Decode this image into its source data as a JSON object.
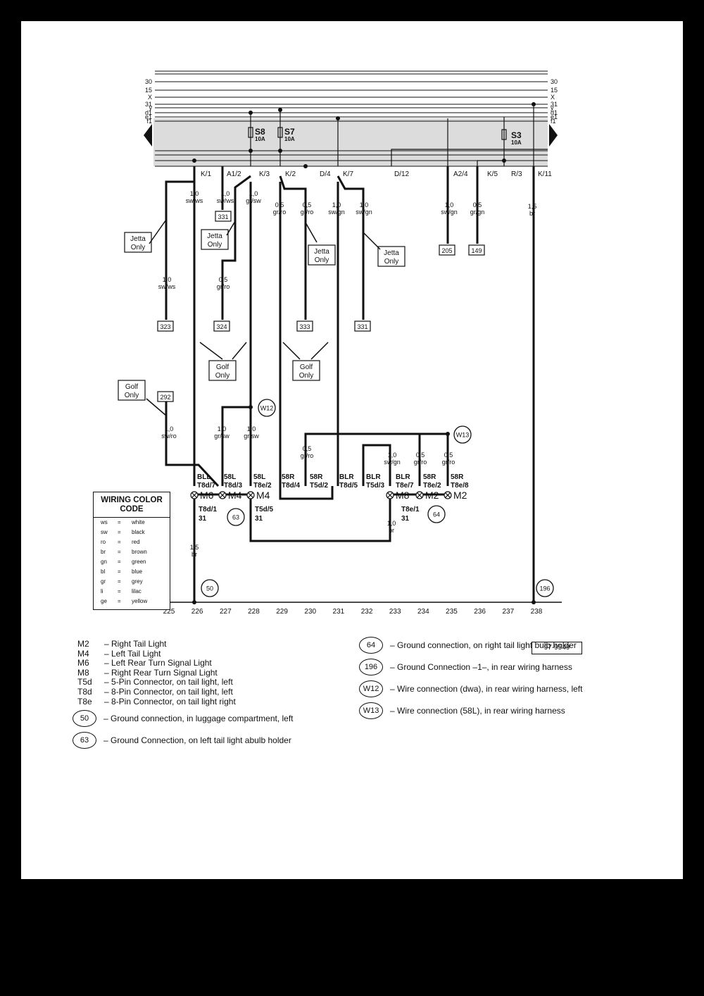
{
  "bus_left": [
    "30",
    "15",
    "X",
    "31",
    "y",
    "d1",
    "e1",
    "f1"
  ],
  "bus_right": [
    "30",
    "15",
    "X",
    "31",
    "y",
    "d1",
    "e1",
    "f1"
  ],
  "fuses": [
    {
      "name": "S8",
      "rating": "10A"
    },
    {
      "name": "S7",
      "rating": "10A"
    },
    {
      "name": "S3",
      "rating": "10A"
    }
  ],
  "terminals": [
    "K/1",
    "A1/2",
    "K/3",
    "K/2",
    "D/4",
    "K/7",
    "D/12",
    "A2/4",
    "K/5",
    "R/3",
    "K/11"
  ],
  "wire_labels": {
    "w_k1": [
      "1,0",
      "sw/ws"
    ],
    "w_a12": [
      "1,0",
      "sw/ws"
    ],
    "w_k3": [
      "1,0",
      "gr/sw"
    ],
    "w_k2a": [
      "0,5",
      "gr/ro"
    ],
    "w_k2b": [
      "0,5",
      "gr/ro"
    ],
    "w_k7a": [
      "1,0",
      "sw/gn"
    ],
    "w_k7b": [
      "1,0",
      "sw/gn"
    ],
    "w_a24": [
      "1,0",
      "sw/gn"
    ],
    "w_k5": [
      "0,5",
      "gr/gn"
    ],
    "w_k11": [
      "1,5",
      "br"
    ],
    "w_323": [
      "1,0",
      "sw/ws"
    ],
    "w_324": [
      "0,5",
      "gr/ro"
    ],
    "w_292": [
      "1,0",
      "sw/ro"
    ],
    "w_w12a": [
      "1,0",
      "gr/sw"
    ],
    "w_w12b": [
      "1,0",
      "gr/sw"
    ],
    "w_w13a": [
      "0,5",
      "gr/ro"
    ],
    "w_m8": [
      "1,0",
      "sw/gn"
    ],
    "w_m2a": [
      "0,5",
      "gr/ro"
    ],
    "w_m2b": [
      "0,5",
      "gr/ro"
    ],
    "w_gnd50": [
      "1,5",
      "br"
    ],
    "w_gnd64": [
      "1,0",
      "br"
    ]
  },
  "boxes": [
    "331",
    "205",
    "149",
    "323",
    "324",
    "333",
    "331",
    "292"
  ],
  "notes": {
    "jetta": "Jetta Only",
    "golf": "Golf Only"
  },
  "connectors": [
    [
      "BLL",
      "T8d/7"
    ],
    [
      "58L",
      "T8d/3"
    ],
    [
      "58L",
      "T8e/2"
    ],
    [
      "58R",
      "T8d/4"
    ],
    [
      "58R",
      "T5d/2"
    ],
    [
      "BLR",
      "T8d/5"
    ],
    [
      "BLR",
      "T5d/3"
    ],
    [
      "BLR",
      "T8e/7"
    ],
    [
      "58R",
      "T8e/2"
    ],
    [
      "58R",
      "T8e/8"
    ]
  ],
  "lamps": [
    "M6",
    "M4",
    "M4",
    "M8",
    "M2",
    "M2"
  ],
  "ground_pins": [
    [
      "T8d/1",
      "31"
    ],
    [
      "T5d/5",
      "31"
    ],
    [
      "T8e/1",
      "31"
    ]
  ],
  "circles": [
    "W12",
    "W13",
    "63",
    "64",
    "50",
    "196"
  ],
  "ruler": [
    "225",
    "226",
    "227",
    "228",
    "229",
    "230",
    "231",
    "232",
    "233",
    "234",
    "235",
    "236",
    "237",
    "238"
  ],
  "doc_id": "97-9549",
  "wiring_color_code": {
    "title": "WIRING COLOR CODE",
    "rows": [
      [
        "ws",
        "=",
        "white"
      ],
      [
        "sw",
        "=",
        "black"
      ],
      [
        "ro",
        "=",
        "red"
      ],
      [
        "br",
        "=",
        "brown"
      ],
      [
        "gn",
        "=",
        "green"
      ],
      [
        "bl",
        "=",
        "blue"
      ],
      [
        "gr",
        "=",
        "grey"
      ],
      [
        "li",
        "=",
        "lilac"
      ],
      [
        "ge",
        "=",
        "yellow"
      ]
    ]
  },
  "legend": [
    {
      "code": "M2",
      "desc": "– Right Tail Light"
    },
    {
      "code": "M4",
      "desc": "– Left Tail Light"
    },
    {
      "code": "M6",
      "desc": "– Left Rear Turn Signal Light"
    },
    {
      "code": "M8",
      "desc": "– Right Rear Turn Signal Light"
    },
    {
      "code": "T5d",
      "desc": "– 5-Pin Connector, on tail light, left"
    },
    {
      "code": "T8d",
      "desc": "– 8-Pin Connector, on tail light, left"
    },
    {
      "code": "T8e",
      "desc": "– 8-Pin Connector, on tail light right"
    }
  ],
  "ground_refs_left": [
    {
      "id": "50",
      "desc": "– Ground connection, in luggage compartment, left"
    },
    {
      "id": "63",
      "desc": "– Ground Connection, on left tail light abulb holder"
    }
  ],
  "ground_refs_right": [
    {
      "id": "64",
      "desc": "– Ground connection, on right tail light bulb holder"
    },
    {
      "id": "196",
      "desc": "– Ground Connection –1–, in rear wiring harness"
    },
    {
      "id": "W12",
      "desc": "– Wire connection (dwa), in rear wiring harness, left"
    },
    {
      "id": "W13",
      "desc": "– Wire connection (58L), in rear wiring harness"
    }
  ]
}
